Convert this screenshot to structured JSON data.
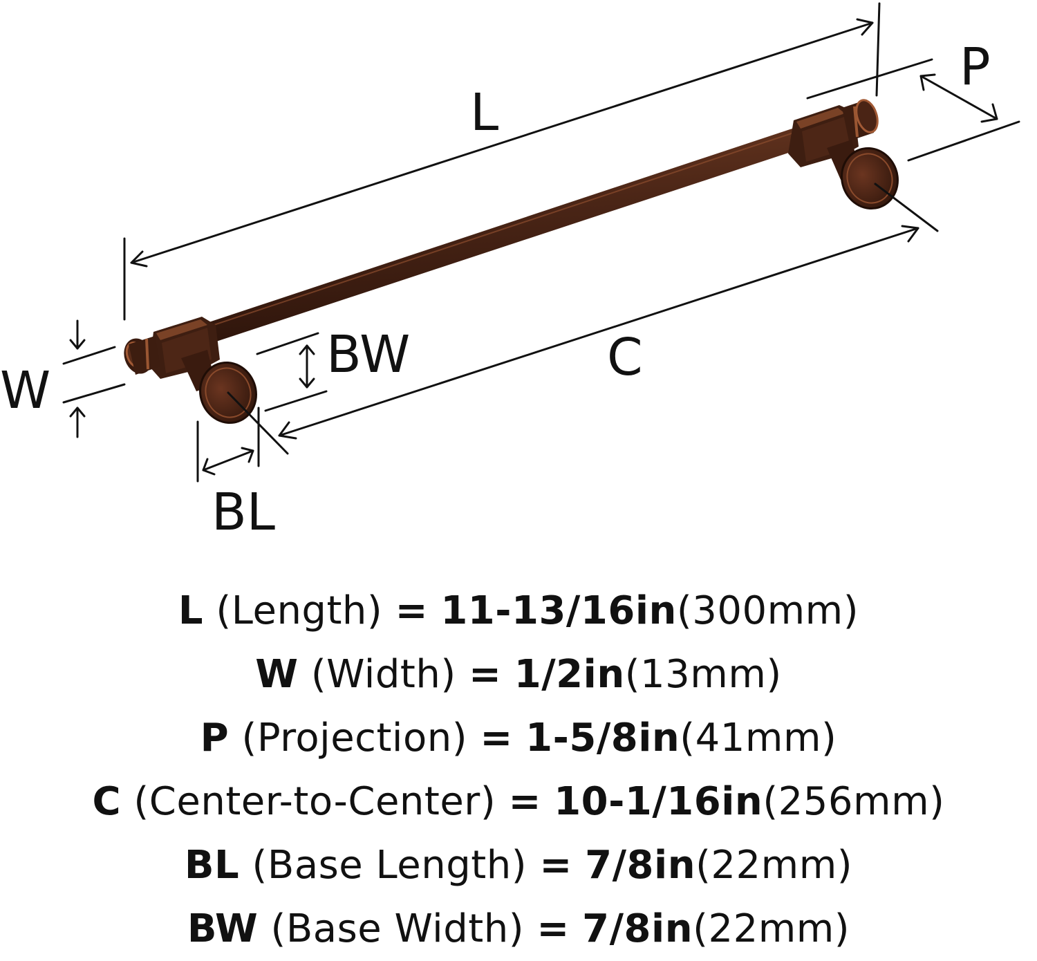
{
  "diagram": {
    "colors": {
      "finish": "#4a2516",
      "finish_dark": "#2b130a",
      "finish_highlight": "#a25a35",
      "line": "#111111"
    },
    "labels": {
      "L": "L",
      "W": "W",
      "P": "P",
      "C": "C",
      "BL": "BL",
      "BW": "BW"
    }
  },
  "specs": [
    {
      "key": "L",
      "name": "(Length)",
      "eq": "=",
      "imperial": "11-13/16in",
      "metric": "(300mm)"
    },
    {
      "key": "W",
      "name": "(Width)",
      "eq": "=",
      "imperial": "1/2in",
      "metric": "(13mm)"
    },
    {
      "key": "P",
      "name": "(Projection)",
      "eq": "=",
      "imperial": "1-5/8in",
      "metric": "(41mm)"
    },
    {
      "key": "C",
      "name": "(Center-to-Center)",
      "eq": "=",
      "imperial": "10-1/16in",
      "metric": "(256mm)"
    },
    {
      "key": "BL",
      "name": "(Base Length)",
      "eq": "=",
      "imperial": "7/8in",
      "metric": "(22mm)"
    },
    {
      "key": "BW",
      "name": "(Base Width)",
      "eq": "=",
      "imperial": "7/8in",
      "metric": "(22mm)"
    }
  ]
}
